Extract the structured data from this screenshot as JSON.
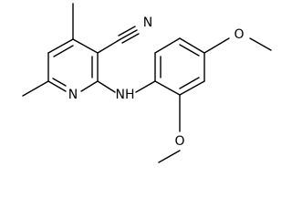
{
  "diagram": {
    "type": "chemical-structure",
    "atom_labels": {
      "nitrile_n": "N",
      "pyridine_n": "N",
      "amine_nh": "NH",
      "methoxy_top_o": "O",
      "methoxy_bottom_o": "O"
    },
    "colors": {
      "bond": "#000000",
      "text": "#000000",
      "background": "#ffffff"
    }
  }
}
